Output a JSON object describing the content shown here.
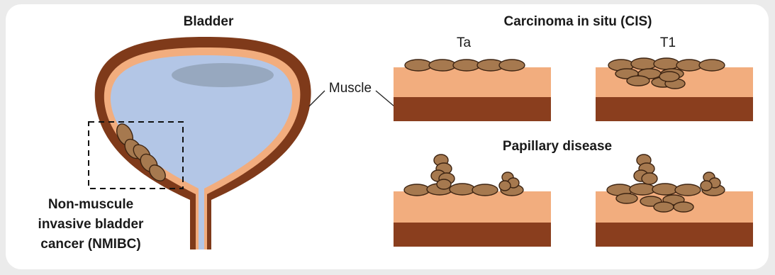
{
  "labels": {
    "bladder": "Bladder",
    "muscle": "Muscle",
    "nmibc_line1": "Non-muscule",
    "nmibc_line2": "invasive bladder",
    "nmibc_line3": "cancer (NMIBC)",
    "cis_title": "Carcinoma in situ (CIS)",
    "ta": "Ta",
    "t1": "T1",
    "papillary_title": "Papillary disease"
  },
  "colors": {
    "background": "#ebebeb",
    "panel": "#ffffff",
    "bladder_wall": "#7f3a1a",
    "mucosa": "#f2ad7e",
    "muscle_layer": "#8a3e1e",
    "lumen": "#b3c6e6",
    "fluid_surface": "#97a8bf",
    "cell_fill": "#a6794f",
    "cell_stroke": "#3d2412"
  }
}
